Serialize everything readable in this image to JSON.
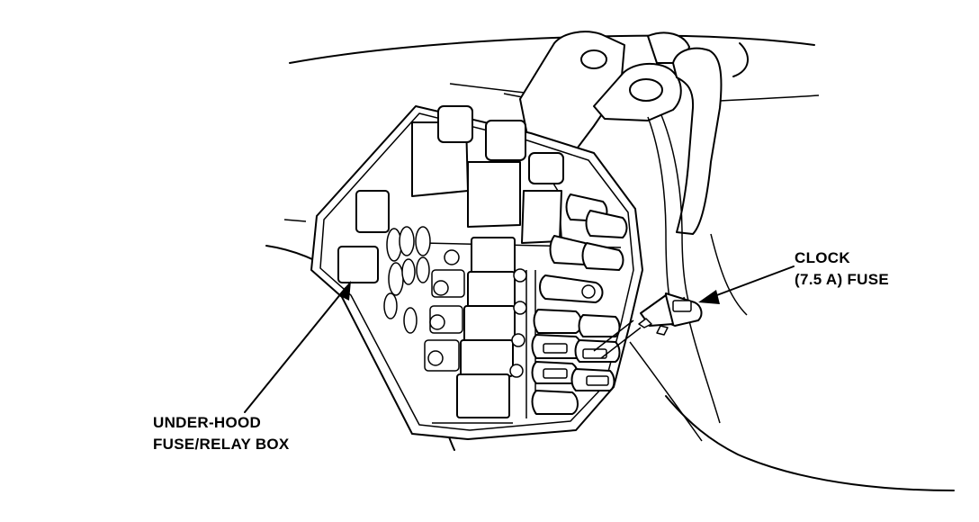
{
  "labels": {
    "clock_fuse": {
      "line1": "CLOCK",
      "line2": "(7.5 A) FUSE"
    },
    "fuse_box": {
      "line1": "UNDER-HOOD",
      "line2": "FUSE/RELAY BOX"
    }
  }
}
